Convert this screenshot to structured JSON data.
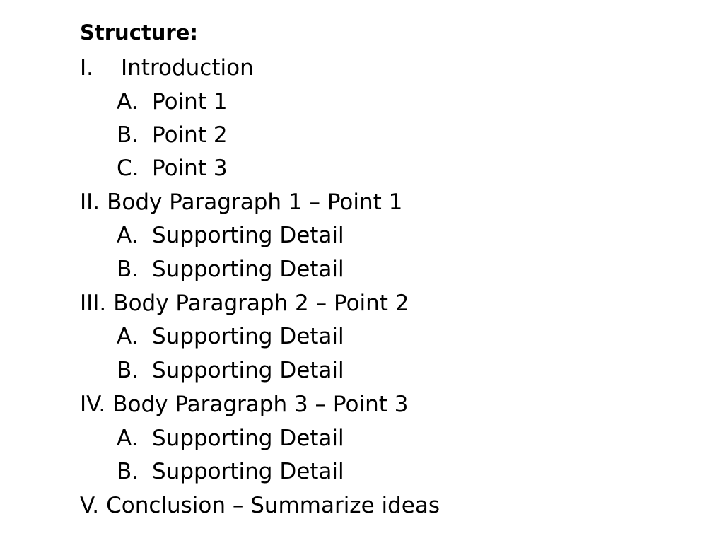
{
  "title": "Structure:",
  "outline": [
    {
      "marker": "I.",
      "text": "Introduction",
      "children": [
        {
          "marker": "A.",
          "text": "Point 1"
        },
        {
          "marker": "B.",
          "text": "Point 2"
        },
        {
          "marker": "C.",
          "text": "Point 3"
        }
      ]
    },
    {
      "marker": "II.",
      "text": "Body Paragraph 1 – Point 1",
      "children": [
        {
          "marker": "A.",
          "text": "Supporting Detail"
        },
        {
          "marker": "B.",
          "text": "Supporting Detail"
        }
      ]
    },
    {
      "marker": "III.",
      "text": "Body Paragraph 2 – Point 2",
      "children": [
        {
          "marker": "A.",
          "text": "Supporting Detail"
        },
        {
          "marker": "B.",
          "text": "Supporting Detail"
        }
      ]
    },
    {
      "marker": "IV.",
      "text": "Body Paragraph 3 – Point 3",
      "children": [
        {
          "marker": "A.",
          "text": "Supporting Detail"
        },
        {
          "marker": "B.",
          "text": "Supporting Detail"
        }
      ]
    },
    {
      "marker": "V.",
      "text": "Conclusion – Summarize ideas",
      "children": []
    }
  ]
}
